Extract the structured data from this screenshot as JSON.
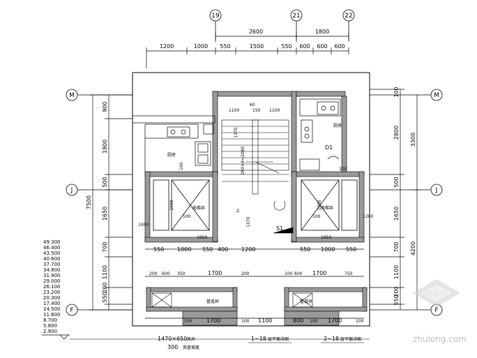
{
  "grid": {
    "top": [
      "19",
      "21",
      "22"
    ],
    "left": [
      "M",
      "J",
      "F"
    ],
    "right": [
      "M",
      "J",
      "F"
    ]
  },
  "dims": {
    "top_row1": [
      "2600",
      "1800"
    ],
    "top_row2": [
      "1200",
      "1000",
      "550",
      "1500",
      "550",
      "600",
      "600",
      "600"
    ],
    "left_col": [
      "900",
      "1900",
      "500",
      "1650",
      "700",
      "1100",
      "550",
      "200"
    ],
    "left_total": "7500",
    "right_col": [
      "100",
      "2800",
      "500",
      "1650",
      "700",
      "1100",
      "200",
      "550"
    ],
    "right_totals": [
      "3300",
      "4200"
    ],
    "mid_row1": [
      "550",
      "1000",
      "550",
      "400",
      "1200",
      "550",
      "1000",
      "550"
    ],
    "mid_row2": [
      "200",
      "600",
      "350",
      "1700",
      "200",
      "100",
      "600",
      "1700",
      "750"
    ],
    "bottom_row": [
      "100",
      "1700",
      "100",
      "1100",
      "800",
      "100",
      "1700",
      "100"
    ],
    "stair": [
      "60",
      "1100",
      "150",
      "1100",
      "1370",
      "1900",
      "1950"
    ],
    "stair_run": "260×8=2080",
    "misc": [
      "1370",
      "1000",
      "1200",
      "100",
      "100",
      "100",
      "100",
      "1950",
      "1950",
      "1900",
      "1900",
      "900"
    ]
  },
  "labels": {
    "kitchen_left": "厨房",
    "kitchen_right": "厨房",
    "elevator_left": "电梯井",
    "elevator_right": "电梯井",
    "shaft_left": "管道井",
    "shaft_right": "管道井",
    "room_tag": "D1",
    "stair_up": "上",
    "stair_marker": "S1"
  },
  "elevations": [
    "49.300",
    "46.400",
    "43.500",
    "40.600",
    "37.700",
    "34.800",
    "31.900",
    "29.000",
    "26.100",
    "23.200",
    "20.300",
    "17.400",
    "14.500",
    "11.600",
    "8.700",
    "5.800",
    "2.900"
  ],
  "bottom_notes": {
    "opening": "1470×650",
    "opening_note": "风井",
    "opening_sub": "300",
    "opening_sub_note": "风管坡度",
    "section1": "1−18",
    "section1_note": "层平面详图",
    "section2": "2−18",
    "section2_note": "层平面详图"
  },
  "watermark": {
    "text": "zhulong.com",
    "logo": "筑龙网"
  }
}
